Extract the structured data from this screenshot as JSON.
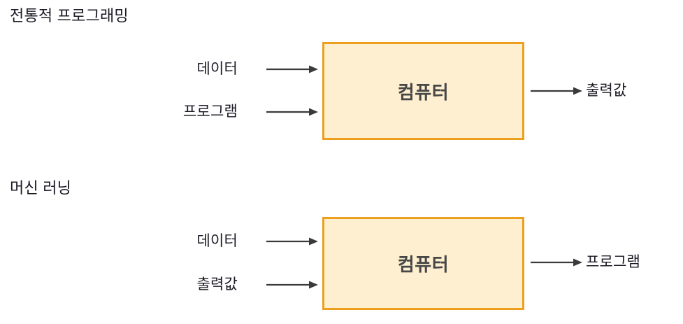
{
  "diagram": {
    "title_traditional": "전통적 프로그래밍",
    "title_ml": "머신 러닝",
    "box_label": "컴퓨터",
    "colors": {
      "box_border": "#eda020",
      "box_fill": "#fdefd0",
      "box_text": "#474747",
      "label_text": "#1b1b26",
      "arrow": "#3a3a3a",
      "background": "#ffffff"
    },
    "sections": [
      {
        "id": "traditional",
        "title": "전통적 프로그래밍",
        "inputs": [
          "데이터",
          "프로그램"
        ],
        "process": "컴퓨터",
        "outputs": [
          "출력값"
        ]
      },
      {
        "id": "machine-learning",
        "title": "머신 러닝",
        "inputs": [
          "데이터",
          "출력값"
        ],
        "process": "컴퓨터",
        "outputs": [
          "프로그램"
        ]
      }
    ],
    "arrows": {
      "input_arrow_1_traditional": "arrow-right",
      "input_arrow_2_traditional": "arrow-right",
      "output_arrow_traditional": "arrow-right",
      "input_arrow_1_ml": "arrow-right",
      "input_arrow_2_ml": "arrow-right",
      "output_arrow_ml": "arrow-right"
    }
  }
}
